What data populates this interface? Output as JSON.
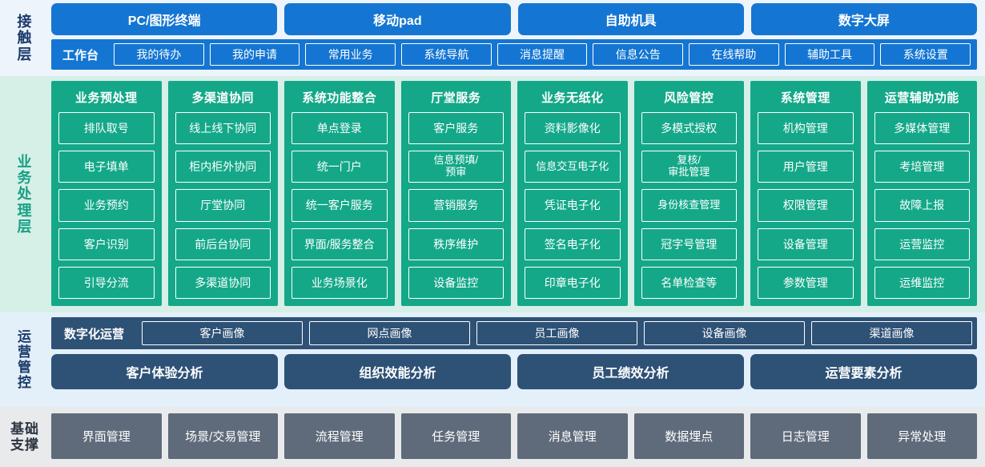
{
  "layers": [
    {
      "id": "contact",
      "label": "接触层",
      "channels": [
        "PC/图形终端",
        "移动pad",
        "自助机具",
        "数字大屏"
      ],
      "workbench_label": "工作台",
      "workbench_items": [
        "我的待办",
        "我的申请",
        "常用业务",
        "系统导航",
        "消息提醒",
        "信息公告",
        "在线帮助",
        "辅助工具",
        "系统设置"
      ]
    },
    {
      "id": "business",
      "label": "业务处理层",
      "columns": [
        {
          "title": "业务预处理",
          "items": [
            "排队取号",
            "电子填单",
            "业务预约",
            "客户识别",
            "引导分流"
          ]
        },
        {
          "title": "多渠道协同",
          "items": [
            "线上线下协同",
            "柜内柜外协同",
            "厅堂协同",
            "前后台协同",
            "多渠道协同"
          ]
        },
        {
          "title": "系统功能整合",
          "items": [
            "单点登录",
            "统一门户",
            "统一客户服务",
            "界面/服务整合",
            "业务场景化"
          ]
        },
        {
          "title": "厅堂服务",
          "items": [
            "客户服务",
            "信息预填/预审",
            "营销服务",
            "秩序维护",
            "设备监控"
          ]
        },
        {
          "title": "业务无纸化",
          "items": [
            "资料影像化",
            "信息交互电子化",
            "凭证电子化",
            "签名电子化",
            "印章电子化"
          ]
        },
        {
          "title": "风险管控",
          "items": [
            "多模式授权",
            "复核/审批管理",
            "身份核查管理",
            "冠字号管理",
            "名单检查等"
          ]
        },
        {
          "title": "系统管理",
          "items": [
            "机构管理",
            "用户管理",
            "权限管理",
            "设备管理",
            "参数管理"
          ]
        },
        {
          "title": "运营辅助功能",
          "items": [
            "多媒体管理",
            "考培管理",
            "故障上报",
            "运营监控",
            "运维监控"
          ]
        }
      ]
    },
    {
      "id": "operation",
      "label": "运营管控",
      "digital_label": "数字化运营",
      "portraits": [
        "客户画像",
        "网点画像",
        "员工画像",
        "设备画像",
        "渠道画像"
      ],
      "analyses": [
        "客户体验分析",
        "组织效能分析",
        "员工绩效分析",
        "运营要素分析"
      ]
    },
    {
      "id": "foundation",
      "label": "基础支撑",
      "items": [
        "界面管理",
        "场景/交易管理",
        "流程管理",
        "任务管理",
        "消息管理",
        "数据埋点",
        "日志管理",
        "异常处理"
      ]
    }
  ],
  "colors": {
    "contact_accent": "#1476d2",
    "contact_bg": "#eef4fb",
    "business_accent": "#14a889",
    "business_bg": "#d6efe7",
    "operation_accent": "#2e5176",
    "operation_bg": "#e3f0fa",
    "foundation_accent": "#5f6b7a",
    "foundation_bg": "#e8eaec"
  }
}
